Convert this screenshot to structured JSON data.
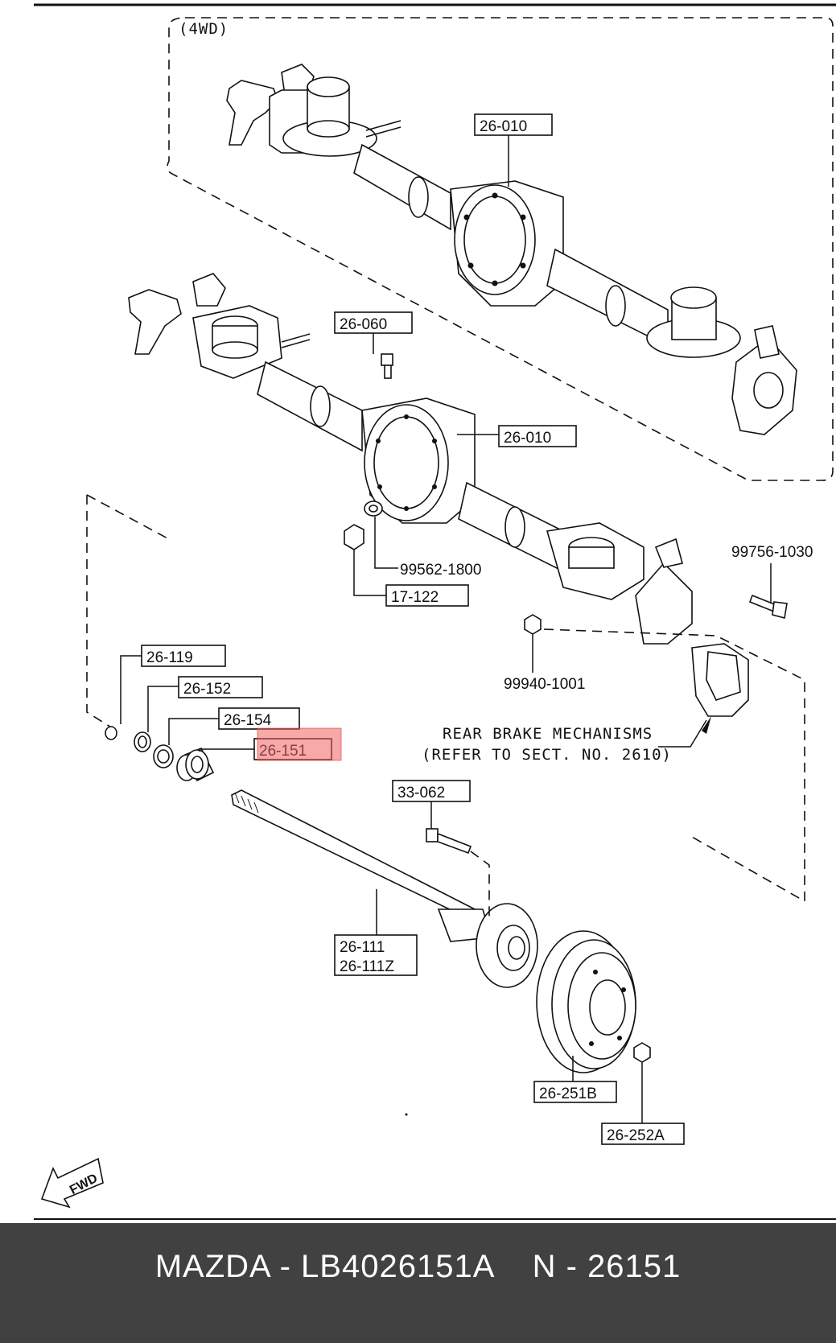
{
  "diagram": {
    "variant_label": "(4WD)",
    "labels": {
      "housing_4wd": "26-010",
      "breather": "26-060",
      "housing": "26-010",
      "washer": "99562-1800",
      "plug": "17-122",
      "bolt_right": "99756-1030",
      "nut": "99940-1001",
      "ring": "26-119",
      "spacer": "26-152",
      "seal": "26-154",
      "bearing": "26-151",
      "hub_bolt": "33-062",
      "shaft_1": "26-111",
      "shaft_2": "26-111Z",
      "drum": "26-251B",
      "drum_screw": "26-252A"
    },
    "note_line1": "REAR BRAKE MECHANISMS",
    "note_line2": "(REFER TO SECT. NO. 2610)",
    "fwd_label": "FWD",
    "highlight_color": "#f08080"
  },
  "footer": {
    "text": "MAZDA - LB4026151A    N - 26151"
  }
}
